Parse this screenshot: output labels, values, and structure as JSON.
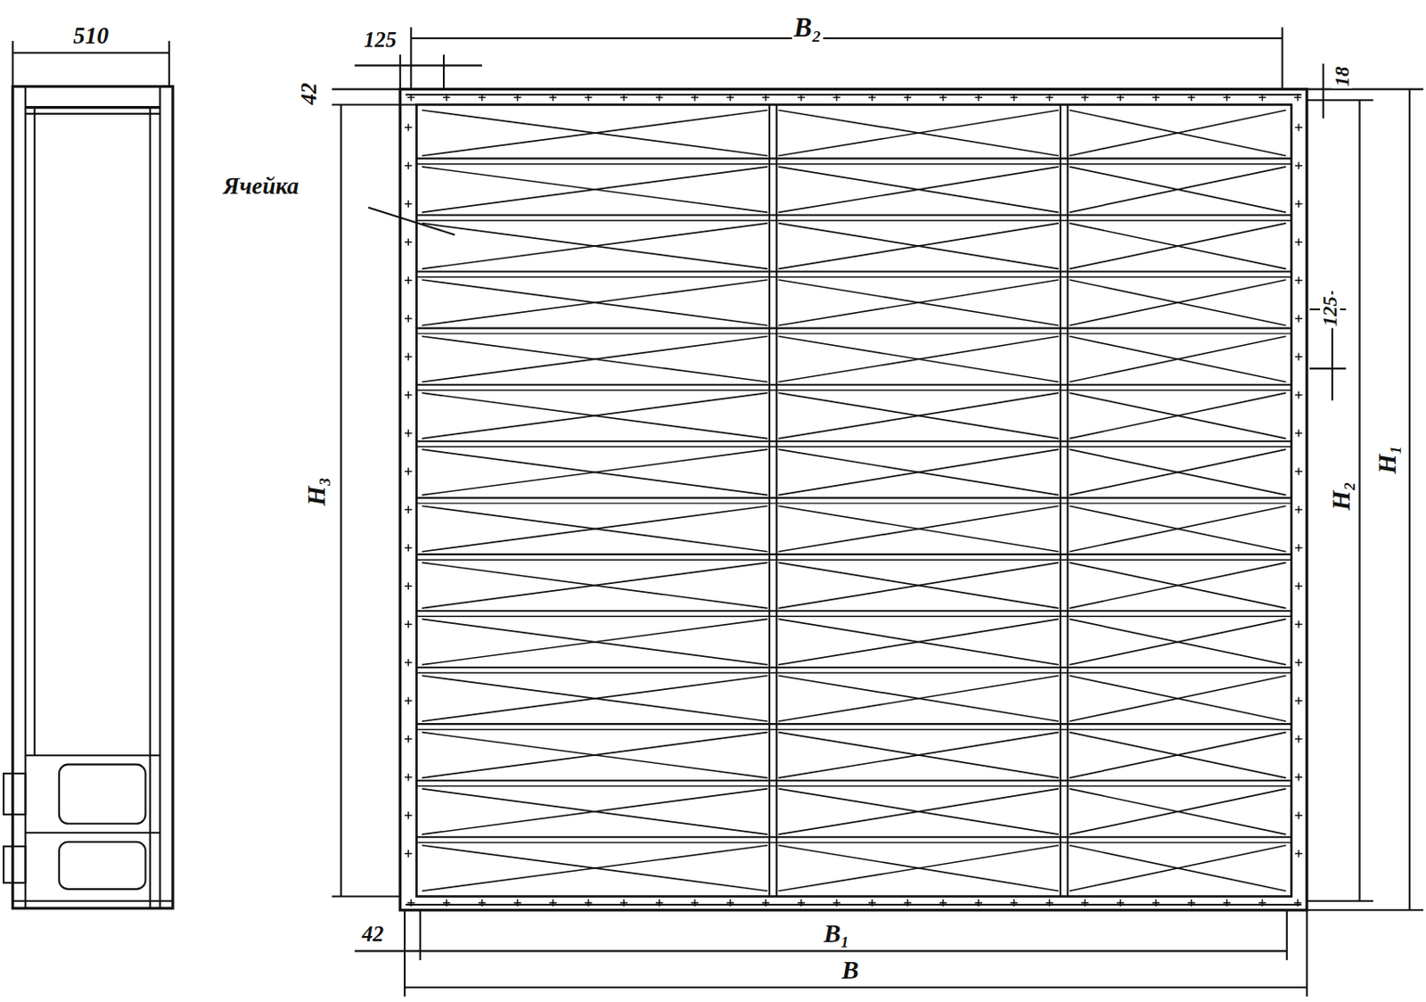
{
  "diagram": {
    "labels": [
      "510",
      "125",
      "B₂",
      "42",
      "18",
      "Ячейка",
      "H₃",
      "125",
      "H₂",
      "H₁",
      "42",
      "B₁",
      "B"
    ]
  }
}
